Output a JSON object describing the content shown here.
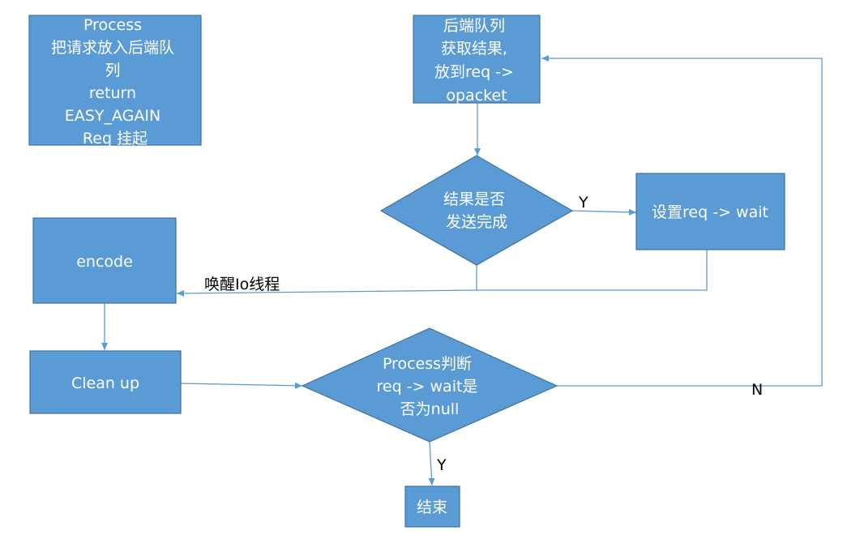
{
  "nodes": {
    "process_enqueue": [
      "Process",
      "把请求放入后端队",
      "列",
      "return",
      "EASY_AGAIN",
      "Req 挂起"
    ],
    "backend_fetch": [
      "后端队列",
      "获取结果,",
      "放到req ->",
      "opacket"
    ],
    "result_sent": [
      "结果是否",
      "发送完成"
    ],
    "set_wait": [
      "设置req -> wait"
    ],
    "encode": [
      "encode"
    ],
    "clean_up": [
      "Clean up"
    ],
    "process_check": [
      "Process判断",
      "req -> wait是",
      "否为null"
    ],
    "end": [
      "结束"
    ]
  },
  "edge_labels": {
    "yes_set_wait": "Y",
    "wake_io": "唤醒Io线程",
    "no_loop": "N",
    "yes_end": "Y"
  },
  "colors": {
    "node_fill": "#5b9bd5",
    "node_stroke": "#41719c",
    "text": "#ffffff",
    "arrow": "#5b9bd5",
    "label": "#000000"
  }
}
